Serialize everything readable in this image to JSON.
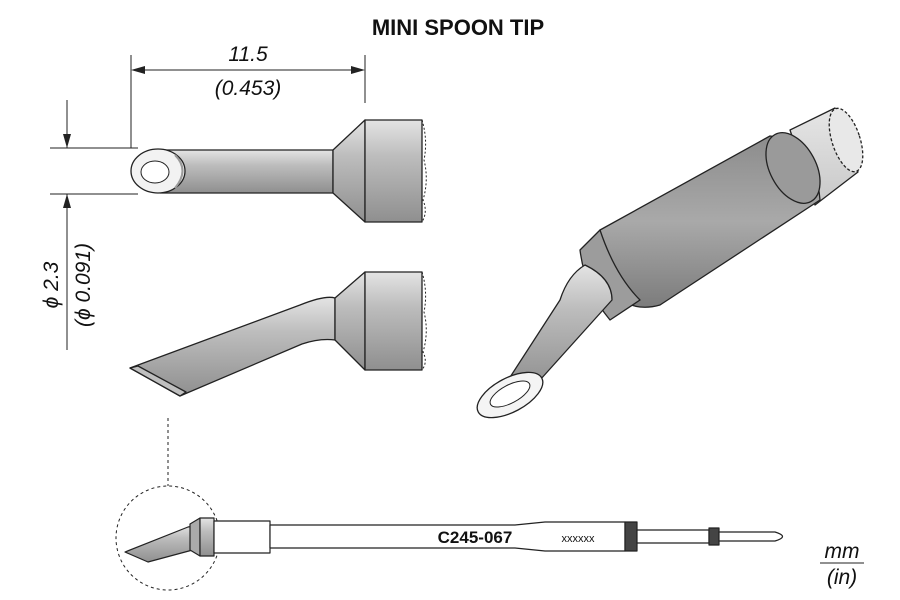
{
  "title": "MINI SPOON TIP",
  "dimensions": {
    "length_mm": "11.5",
    "length_in": "(0.453)",
    "diameter_mm": "ϕ 2.3",
    "diameter_in": "(ϕ 0.091)"
  },
  "part": {
    "number": "C245-067",
    "serial": "xxxxxx"
  },
  "units": {
    "primary": "mm",
    "secondary": "(in)"
  },
  "colors": {
    "metal_light": "#c2c2c2",
    "metal_dark": "#8a8a8a",
    "outline": "#222222"
  }
}
